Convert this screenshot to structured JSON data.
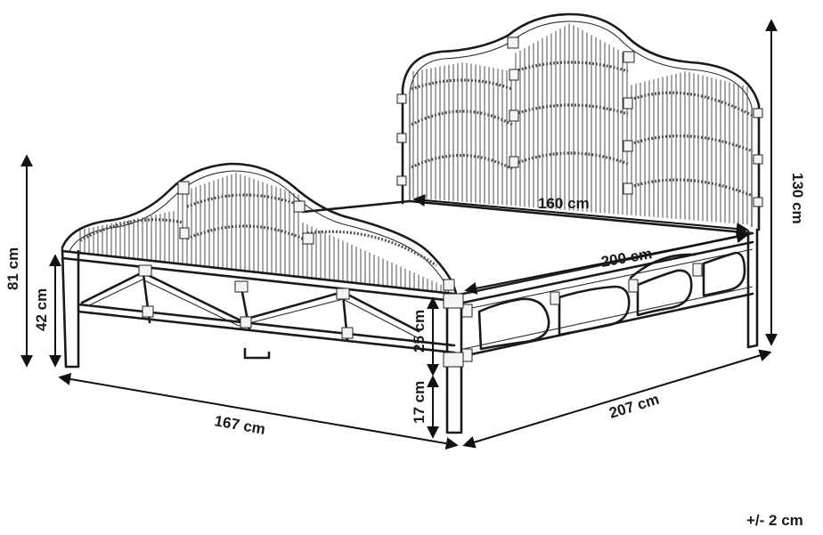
{
  "dimensions": {
    "headboard_width": "160 cm",
    "mattress_length": "200 cm",
    "headboard_height": "130 cm",
    "footboard_height": "81 cm",
    "frame_height": "42 cm",
    "side_rail_height": "25 cm",
    "clearance": "17 cm",
    "overall_width": "167 cm",
    "overall_length": "207 cm"
  },
  "tolerance": "+/- 2 cm"
}
